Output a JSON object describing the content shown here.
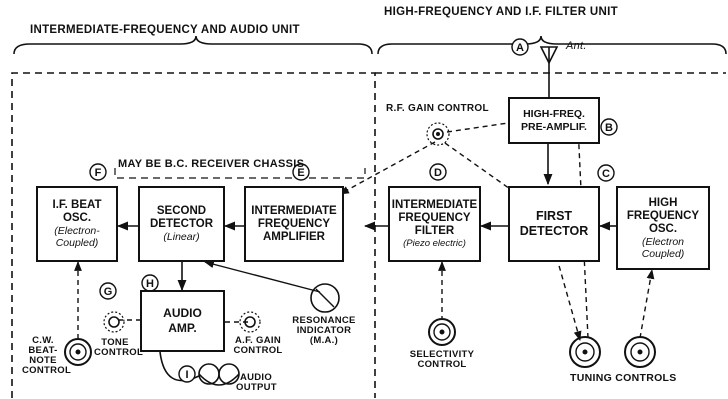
{
  "unit_labels": {
    "if_audio": "INTERMEDIATE-FREQUENCY AND AUDIO UNIT",
    "hf_filter": "HIGH-FREQUENCY AND I.F. FILTER UNIT",
    "bc_chassis": "MAY BE B.C. RECEIVER CHASSIS"
  },
  "blocks": {
    "if_beat_osc": {
      "line1": "I.F. BEAT",
      "line2": "OSC.",
      "note": "(Electron-Coupled)"
    },
    "second_detector": {
      "line1": "SECOND",
      "line2": "DETECTOR",
      "note": "(Linear)"
    },
    "if_amplifier": {
      "line1": "INTERMEDIATE",
      "line2": "FREQUENCY",
      "line3": "AMPLIFIER"
    },
    "if_filter": {
      "line1": "INTERMEDIATE",
      "line2": "FREQUENCY",
      "line3": "FILTER",
      "note": "(Piezo electric)"
    },
    "first_detector": {
      "line1": "FIRST",
      "line2": "DETECTOR"
    },
    "hf_osc": {
      "line1": "HIGH",
      "line2": "FREQUENCY",
      "line3": "OSC.",
      "note": "(Electron Coupled)"
    },
    "hf_preamp": {
      "line1": "HIGH-FREQ.",
      "line2": "PRE-AMPLIF."
    },
    "audio_amp": {
      "line1": "AUDIO",
      "line2": "AMP."
    }
  },
  "controls": {
    "rf_gain": "R.F. GAIN CONTROL",
    "cw_beat_note": [
      "C.W.",
      "BEAT-",
      "NOTE",
      "CONTROL"
    ],
    "tone": [
      "TONE",
      "CONTROL"
    ],
    "af_gain": [
      "A.F. GAIN",
      "CONTROL"
    ],
    "resonance": [
      "RESONANCE",
      "INDICATOR",
      "(M.A.)"
    ],
    "selectivity": [
      "SELECTIVITY",
      "CONTROL"
    ],
    "tuning": "TUNING CONTROLS",
    "audio_output": [
      "AUDIO",
      "OUTPUT"
    ],
    "antenna": "Ant."
  },
  "markers": [
    "A",
    "B",
    "C",
    "D",
    "E",
    "F",
    "G",
    "H",
    "I"
  ]
}
